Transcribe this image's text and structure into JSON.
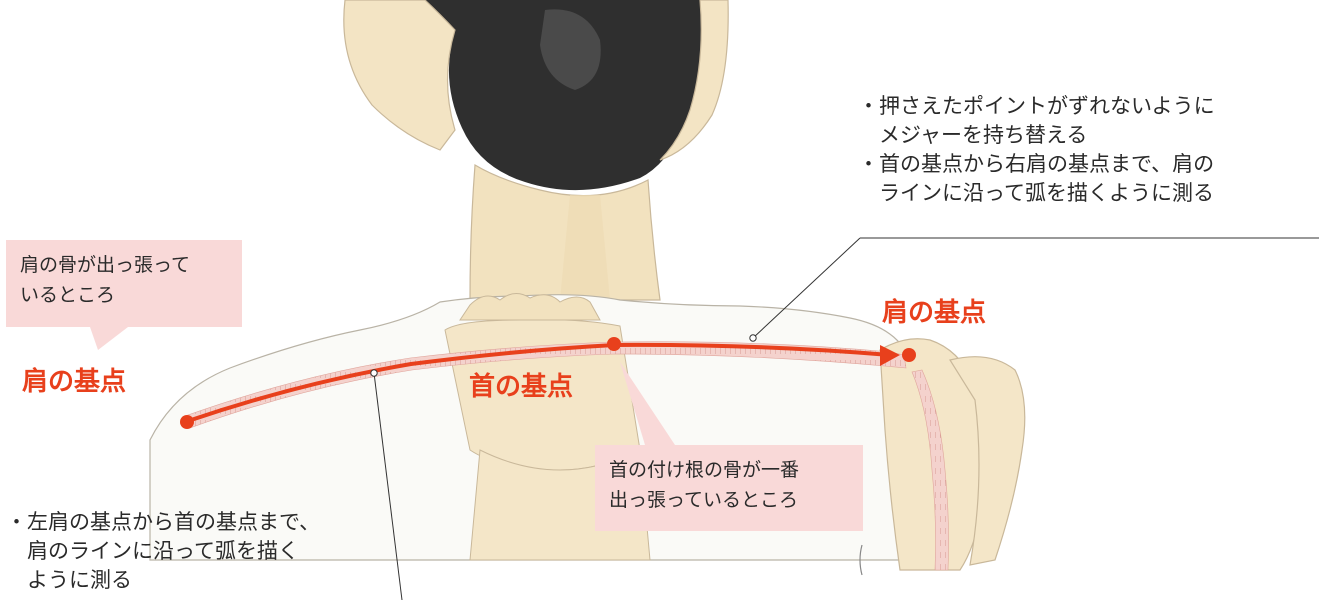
{
  "labels": {
    "shoulder_point_left": "肩の基点",
    "shoulder_point_right": "肩の基点",
    "neck_point": "首の基点"
  },
  "callouts": {
    "shoulder_bone": [
      "肩の骨が出っ張って",
      "いるところ"
    ],
    "neck_bone": [
      "首の付け根の骨が一番",
      "出っ張っているところ"
    ]
  },
  "notes": {
    "right": [
      "・押さえたポイントがずれないように",
      "　メジャーを持ち替える",
      "・首の基点から右肩の基点まで、肩の",
      "　ラインに沿って弧を描くように測る"
    ],
    "left": [
      "・左肩の基点から首の基点まで、",
      "　肩のラインに沿って弧を描く",
      "　ように測る"
    ]
  },
  "colors": {
    "accent_red": "#e8401c",
    "callout_bg": "#f9d9d8",
    "skin": "#f3e4c4",
    "hair": "#2f2f2f",
    "tape": "#f2c9c4"
  }
}
